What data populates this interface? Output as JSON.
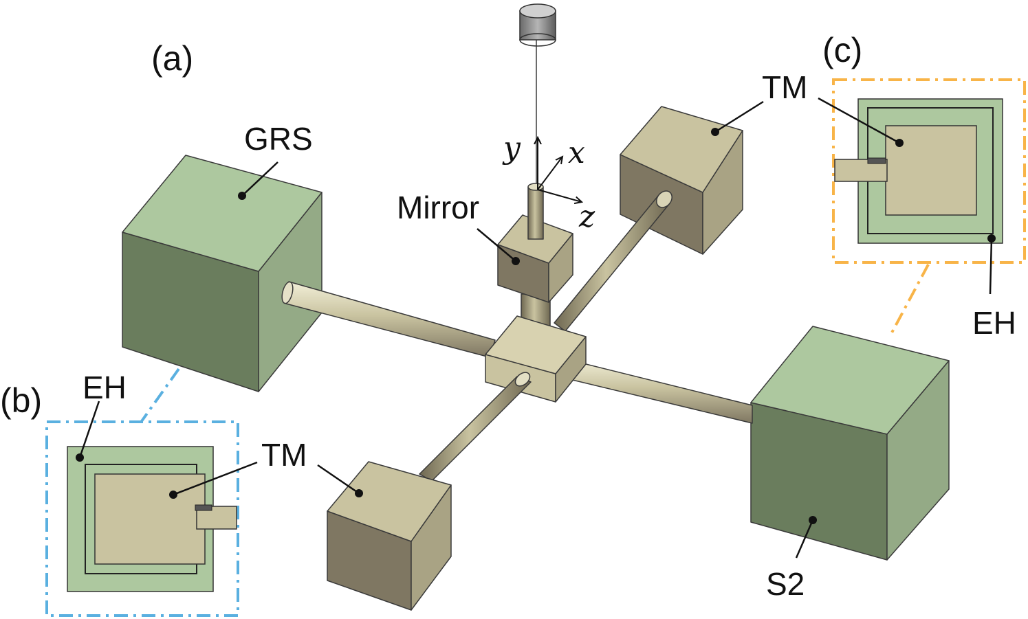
{
  "figure": {
    "panel_labels": {
      "a": "(a)",
      "b": "(b)",
      "c": "(c)"
    },
    "labels": {
      "grs": "GRS",
      "mirror": "Mirror",
      "tm_top": "TM",
      "tm_bottom": "TM",
      "tm_inset_b": "TM",
      "tm_inset_c": "TM",
      "eh_inset_b": "EH",
      "eh_inset_c": "EH",
      "s2": "S2"
    },
    "axes": {
      "y": "y",
      "x": "x",
      "z": "z"
    }
  },
  "colors": {
    "green_top": "#adc89f",
    "green_front": "#6a7d5d",
    "green_side": "#94aa86",
    "tan_top": "#c9c3a0",
    "tan_front": "#7f7762",
    "tan_side": "#a9a384",
    "inset_b_border": "#5ab0e0",
    "inset_c_border": "#f8b448"
  }
}
